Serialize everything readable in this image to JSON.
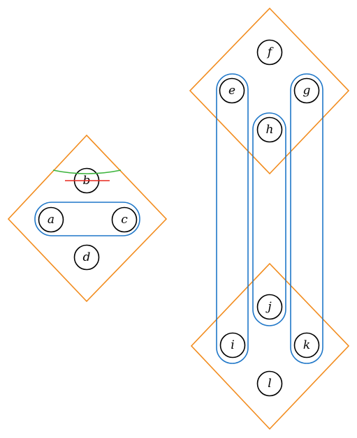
{
  "colors": {
    "diamond": "#f28c1e",
    "capsule": "#1f77c8",
    "green_arc": "#3cb43c",
    "red_line": "#e8281e",
    "node_stroke": "#000000"
  },
  "nodes": [
    {
      "id": "a",
      "label": "a"
    },
    {
      "id": "b",
      "label": "b"
    },
    {
      "id": "c",
      "label": "c"
    },
    {
      "id": "d",
      "label": "d"
    },
    {
      "id": "e",
      "label": "e"
    },
    {
      "id": "f",
      "label": "f"
    },
    {
      "id": "g",
      "label": "g"
    },
    {
      "id": "h",
      "label": "h"
    },
    {
      "id": "i",
      "label": "i"
    },
    {
      "id": "j",
      "label": "j"
    },
    {
      "id": "k",
      "label": "k"
    },
    {
      "id": "l",
      "label": "l"
    }
  ],
  "groups": {
    "diamonds": [
      {
        "id": "left",
        "members": [
          "a",
          "b",
          "c",
          "d"
        ]
      },
      {
        "id": "top-right",
        "members": [
          "e",
          "f",
          "g",
          "h"
        ]
      },
      {
        "id": "bottom-right",
        "members": [
          "i",
          "j",
          "k",
          "l"
        ]
      }
    ],
    "capsules": [
      {
        "id": "ac",
        "members": [
          "a",
          "c"
        ]
      },
      {
        "id": "ei",
        "members": [
          "e",
          "i"
        ]
      },
      {
        "id": "hj",
        "members": [
          "h",
          "j"
        ]
      },
      {
        "id": "gk",
        "members": [
          "g",
          "k"
        ]
      }
    ]
  }
}
